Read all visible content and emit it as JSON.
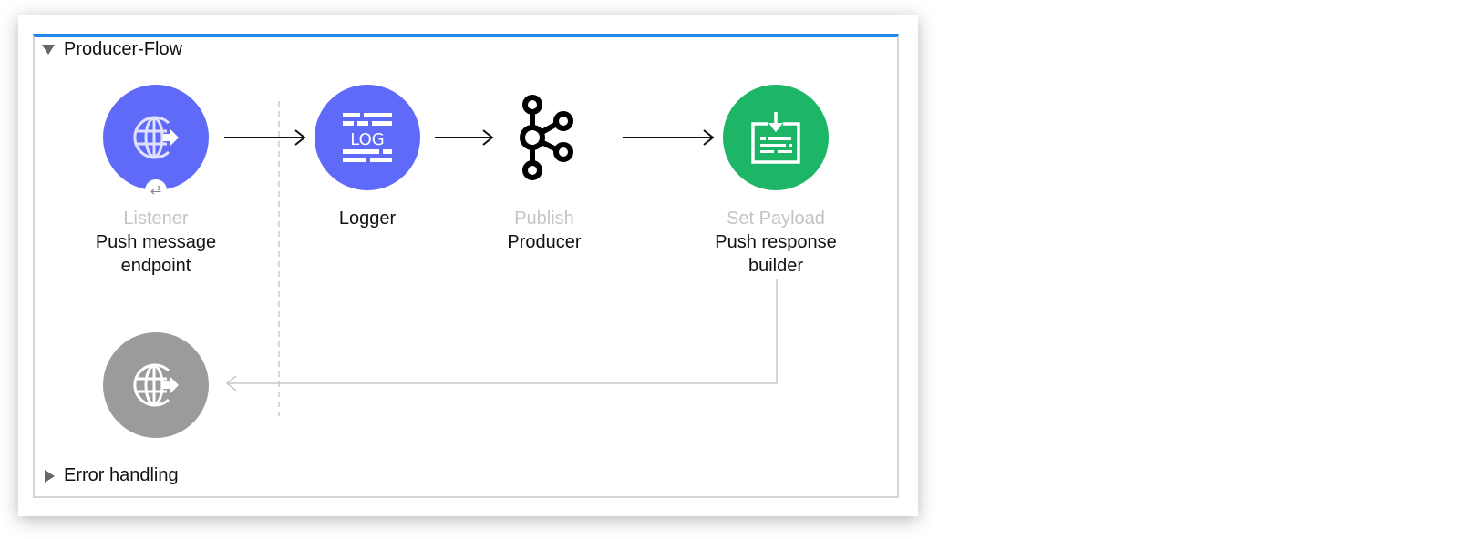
{
  "flow": {
    "title": "Producer-Flow",
    "error_section": "Error handling"
  },
  "nodes": [
    {
      "type": "Listener",
      "name_line1": "Push message",
      "name_line2": "endpoint",
      "color": "#5f6af9",
      "icon": "globe-arrow-icon"
    },
    {
      "type": "",
      "name_line1": "Logger",
      "name_line2": "",
      "color": "#5f6af9",
      "icon": "log-icon",
      "icon_text": "LOG"
    },
    {
      "type": "Publish",
      "name_line1": "Producer",
      "name_line2": "",
      "color": "#000000",
      "icon": "kafka-icon"
    },
    {
      "type": "Set Payload",
      "name_line1": "Push response",
      "name_line2": "builder",
      "color": "#1cb666",
      "icon": "set-payload-icon"
    }
  ],
  "response_node": {
    "color": "#9b9b9b",
    "icon": "globe-arrow-icon"
  },
  "colors": {
    "accent": "#1f88e5"
  }
}
